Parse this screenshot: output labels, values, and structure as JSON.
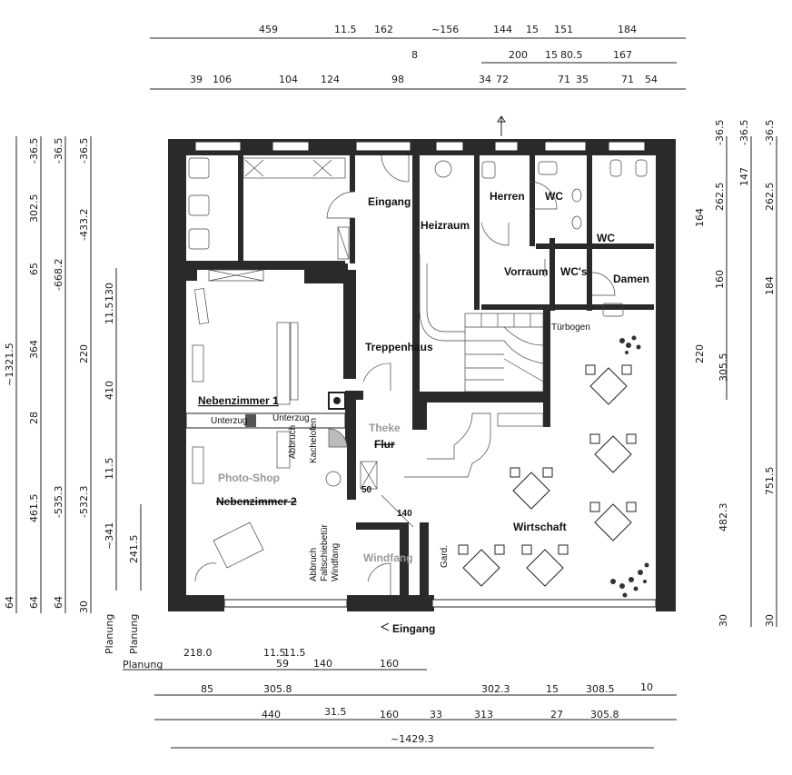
{
  "rooms": {
    "eingang": "Eingang",
    "heizraum": "Heizraum",
    "herren": "Herren",
    "wc1": "WC",
    "wc2": "WC",
    "vorraum": "Vorraum",
    "wcs": "WC's",
    "damen": "Damen",
    "treppenhaus": "Treppenhaus",
    "tuerbogen": "Türbogen",
    "nebenzimmer1": "Nebenzimmer 1",
    "unterzug": "Unterzug",
    "unterzug2": "Unterzug",
    "theke": "Theke",
    "flur": "Flur",
    "photoshop": "Photo-Shop",
    "nebenzimmer2": "Nebenzimmer 2",
    "wirtschaft": "Wirtschaft",
    "windfang": "Windfang",
    "gard": "Gard.",
    "abbruch1": "Abbruch",
    "abbruch1b": "Kachelofen",
    "abbruch2": "Abbruch",
    "abbruch2b": "Faltschiebetür",
    "abbruch2c": "Windfang",
    "eingang_bottom": "Eingang",
    "d50": "50",
    "d140": "140"
  },
  "dims_top": {
    "row1": [
      "459",
      "11.5",
      "162",
      "~156",
      "144",
      "15",
      "151",
      "184"
    ],
    "row2": [
      "8",
      "200",
      "15",
      "80.5",
      "167"
    ],
    "row3": [
      "39",
      "106",
      "104",
      "124",
      "98",
      "34",
      "72",
      "71",
      "35",
      "71",
      "54"
    ]
  },
  "dims_left": {
    "col1": [
      "~1321.5",
      "64"
    ],
    "col2": [
      "-36.5",
      "302.5",
      "65",
      "364",
      "28",
      "461.5",
      "64"
    ],
    "col3": [
      "-36.5",
      "-668.2",
      "-535.3",
      "64"
    ],
    "col4": [
      "-36.5",
      "-433.2",
      "220",
      "-532.3",
      "30"
    ],
    "col5": [
      "130",
      "11.5",
      "410",
      "11.5",
      "~341"
    ],
    "col6": [
      "241.5",
      "Planung"
    ],
    "planung": [
      "Planung",
      "Planung"
    ]
  },
  "dims_right": {
    "col1": [
      "-36.5",
      "262.5",
      "164",
      "160",
      "220"
    ],
    "col2": [
      "-36.5",
      "147",
      "184",
      "305.5",
      "482.3",
      "30"
    ],
    "col3": [
      "-36.5",
      "262.5",
      "751.5",
      "30"
    ]
  },
  "dims_bottom": {
    "row1": [
      "Planung",
      "218.0",
      "11.5",
      "59",
      "11.5",
      "140",
      "160"
    ],
    "row2": [
      "85",
      "305.8",
      "302.3",
      "15",
      "308.5",
      "10"
    ],
    "row3": [
      "440",
      "31.5",
      "160",
      "33",
      "313",
      "27",
      "305.8"
    ],
    "total": "~1429.3"
  }
}
